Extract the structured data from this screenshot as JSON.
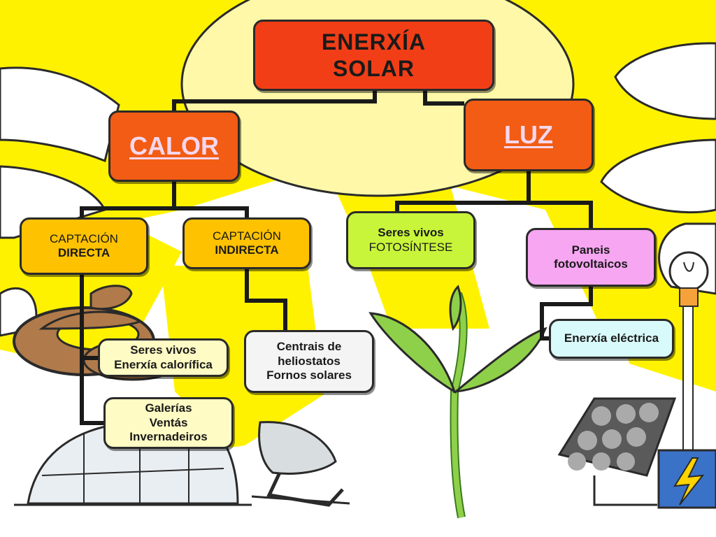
{
  "root": {
    "lines": [
      "ENERXÍA",
      "SOLAR"
    ]
  },
  "calor": {
    "label": "CALOR"
  },
  "luz": {
    "label": "LUZ"
  },
  "captacion_directa": {
    "lines": [
      "CAPTACIÓN",
      "DIRECTA"
    ]
  },
  "captacion_indirecta": {
    "lines": [
      "CAPTACIÓN",
      "INDIRECTA"
    ]
  },
  "seres_vivos_fotosintese": {
    "lines": [
      "Seres vivos",
      "FOTOSÍNTESE"
    ]
  },
  "paneis_fotovoltaicos": {
    "lines": [
      "Paneis",
      "fotovoltaicos"
    ]
  },
  "enerxia_electrica": {
    "label": "Enerxía eléctrica"
  },
  "seres_vivos_calorifica": {
    "lines": [
      "Seres vivos",
      "Enerxía calorífica"
    ]
  },
  "centrais": {
    "lines": [
      "Centrais de",
      "heliostatos",
      "Fornos solares"
    ]
  },
  "galerias": {
    "lines": [
      "Galerías",
      "Ventás",
      "Invernadeiros"
    ]
  },
  "colors": {
    "background_yellow": "#fff200",
    "sun_core": "#fef8a8",
    "root_box": "#f23e16",
    "branch_box": "#f25c14",
    "captacion_box": "#ffc200",
    "fotosintese_box": "#c8f53a",
    "paneis_box": "#f7a6f2",
    "electrica_box": "#d9fafa",
    "pale_box": "#fffbc4",
    "connector": "#1a1a1a"
  },
  "icons": [
    "sun-icon",
    "snake-icon",
    "greenhouse-icon",
    "solar-dish-icon",
    "plant-icon",
    "solar-panel-icon",
    "light-bulb-icon",
    "battery-bolt-icon"
  ]
}
